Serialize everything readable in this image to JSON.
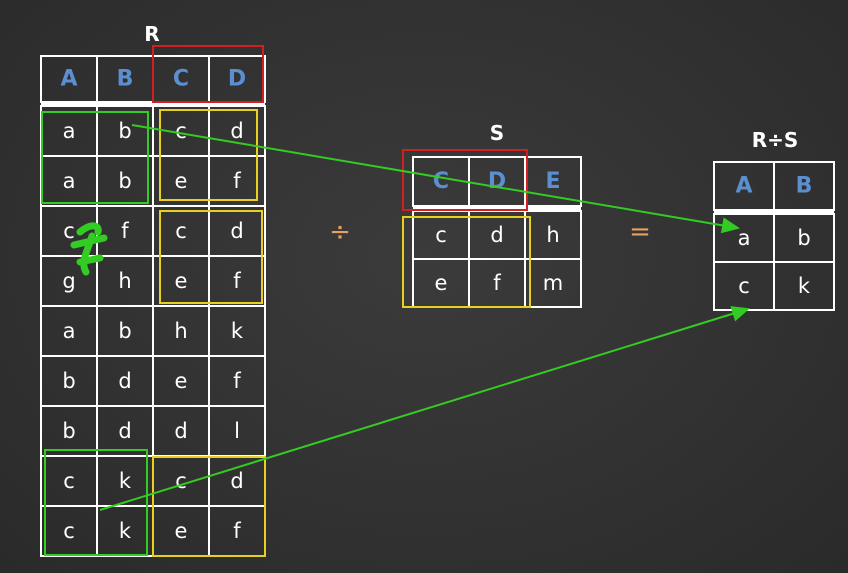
{
  "relation_r": {
    "title": "R",
    "headers": [
      "A",
      "B",
      "C",
      "D"
    ],
    "rows": [
      [
        "a",
        "b",
        "c",
        "d"
      ],
      [
        "a",
        "b",
        "e",
        "f"
      ],
      [
        "c",
        "f",
        "c",
        "d"
      ],
      [
        "g",
        "h",
        "e",
        "f"
      ],
      [
        "a",
        "b",
        "h",
        "k"
      ],
      [
        "b",
        "d",
        "e",
        "f"
      ],
      [
        "b",
        "d",
        "d",
        "l"
      ],
      [
        "c",
        "k",
        "c",
        "d"
      ],
      [
        "c",
        "k",
        "e",
        "f"
      ]
    ]
  },
  "relation_s": {
    "title": "S",
    "headers": [
      "C",
      "D",
      "E"
    ],
    "rows": [
      [
        "c",
        "d",
        "h"
      ],
      [
        "e",
        "f",
        "m"
      ]
    ]
  },
  "result": {
    "title": "R÷S",
    "headers": [
      "A",
      "B"
    ],
    "rows": [
      [
        "a",
        "b"
      ],
      [
        "c",
        "k"
      ]
    ]
  },
  "operators": {
    "divide": "÷",
    "equals": "="
  },
  "colors": {
    "header_text": "#5b8fcf",
    "red_box": "#d02020",
    "yellow_box": "#e8d020",
    "green": "#33cc22",
    "operator": "#e8a060"
  }
}
